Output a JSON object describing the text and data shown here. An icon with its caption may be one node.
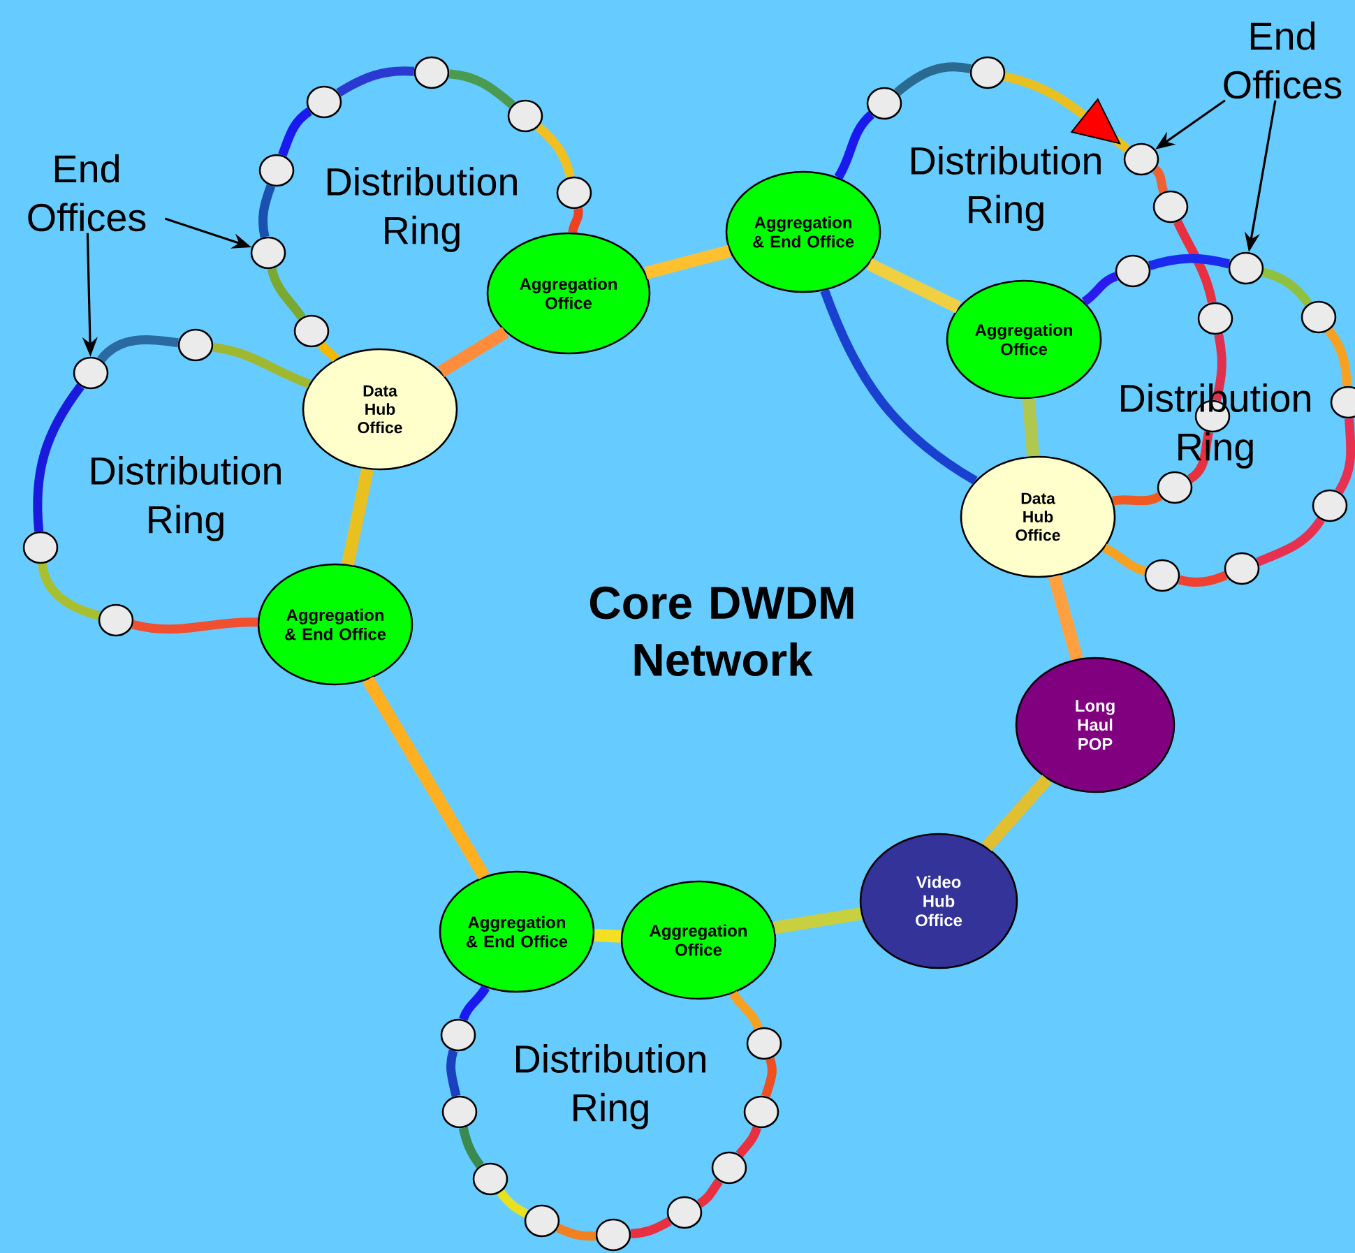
{
  "diagram": {
    "nodes": [
      {
        "text": [
          "Aggregation Office"
        ]
      },
      {
        "text": [
          "Aggregation & End Office"
        ]
      },
      {
        "text": [
          "Data Hub Office"
        ]
      },
      {
        "text": [
          "Aggregation & End Office"
        ]
      },
      {
        "text": [
          "Aggregation Office"
        ]
      },
      {
        "text": [
          "Data Hub Office"
        ]
      },
      {
        "text": [
          "Long Haul POP"
        ]
      },
      {
        "text": [
          "Video Hub Office"
        ]
      },
      {
        "text": [
          "Aggregation & End Office"
        ]
      },
      {
        "text": [
          "Aggregation Office"
        ]
      },
      {
        "text": [
          "End Offices"
        ]
      },
      {
        "text": [
          "End Offices"
        ]
      },
      {
        "text": [],
        "shape": "circle"
      },
      {
        "text": [],
        "shape": "circle"
      },
      {
        "text": [],
        "shape": "circle"
      },
      {
        "text": [],
        "shape": "circle"
      },
      {
        "text": [],
        "shape": "circle"
      },
      {
        "text": [],
        "shape": "circle"
      },
      {
        "text": [],
        "shape": "circle"
      },
      {
        "text": [],
        "shape": "circle"
      },
      {
        "text": [],
        "shape": "circle"
      },
      {
        "text": [],
        "shape": "circle"
      },
      {
        "text": [],
        "shape": "circle"
      },
      {
        "text": [],
        "shape": "circle"
      },
      {
        "text": [],
        "shape": "circle"
      },
      {
        "text": [],
        "shape": "circle"
      },
      {
        "text": [],
        "shape": "circle"
      },
      {
        "text": [],
        "shape": "circle"
      },
      {
        "text": [],
        "shape": "circle"
      },
      {
        "text": [],
        "shape": "circle"
      },
      {
        "text": [],
        "shape": "circle"
      },
      {
        "text": [],
        "shape": "circle"
      },
      {
        "text": [],
        "shape": "circle"
      },
      {
        "text": [],
        "shape": "circle"
      },
      {
        "text": [],
        "shape": "circle"
      },
      {
        "text": [],
        "shape": "circle"
      },
      {
        "text": [],
        "shape": "circle"
      },
      {
        "text": [],
        "shape": "circle"
      },
      {
        "text": [],
        "shape": "circle"
      },
      {
        "text": [],
        "shape": "circle"
      },
      {
        "text": [],
        "shape": "circle"
      },
      {
        "text": [],
        "shape": "circle"
      },
      {
        "text": [],
        "shape": "circle"
      },
      {
        "text": [],
        "shape": "circle"
      },
      {
        "text": [],
        "shape": "circle"
      },
      {
        "text": [],
        "shape": "circle"
      }
    ],
    "edges": [
      {
        "from": 0,
        "to": 1,
        "arrow": "none",
        "color": "#ffc030"
      },
      {
        "from": 2,
        "to": 0,
        "arrow": "none",
        "color": "#ff8c3a"
      },
      {
        "from": 2,
        "to": 3,
        "arrow": "none",
        "color": "#e8c020"
      },
      {
        "from": 3,
        "to": 8,
        "arrow": "none",
        "color": "#ffb020"
      },
      {
        "from": 8,
        "to": 9,
        "arrow": "none",
        "color": "#f4e020"
      },
      {
        "from": 9,
        "to": 7,
        "arrow": "none",
        "color": "#c8d040"
      },
      {
        "from": 7,
        "to": 6,
        "arrow": "none",
        "color": "#e0c030"
      },
      {
        "from": 6,
        "to": 5,
        "arrow": "none",
        "color": "#ffa040"
      },
      {
        "from": 1,
        "to": 4,
        "arrow": "none",
        "color": "#f0d040"
      },
      {
        "from": 4,
        "to": 5,
        "arrow": "none",
        "color": "#b0c850"
      },
      {
        "from": 2,
        "to": 12,
        "arrow": "none",
        "color": "#f5b800"
      },
      {
        "from": 12,
        "to": 13,
        "arrow": "none",
        "color": "#7aa830"
      },
      {
        "from": 13,
        "to": 14,
        "arrow": "none",
        "color": "#1a50b0"
      },
      {
        "from": 14,
        "to": 15,
        "arrow": "none",
        "color": "#1a1aee"
      },
      {
        "from": 15,
        "to": 16,
        "arrow": "none",
        "color": "#2a3ad0"
      },
      {
        "from": 16,
        "to": 17,
        "arrow": "none",
        "color": "#4a9a50"
      },
      {
        "from": 17,
        "to": 18,
        "arrow": "none",
        "color": "#f0c020"
      },
      {
        "from": 18,
        "to": 0,
        "arrow": "none",
        "color": "#ef4020"
      },
      {
        "from": 2,
        "to": 19,
        "arrow": "none",
        "color": "#a0b830"
      },
      {
        "from": 19,
        "to": 20,
        "arrow": "none",
        "color": "#2a6aa0"
      },
      {
        "from": 20,
        "to": 21,
        "arrow": "none",
        "color": "#1a1add"
      },
      {
        "from": 21,
        "to": 22,
        "arrow": "none",
        "color": "#a8c030"
      },
      {
        "from": 22,
        "to": 3,
        "arrow": "none",
        "color": "#f05030"
      },
      {
        "from": 8,
        "to": 23,
        "arrow": "none",
        "color": "#1a1aee"
      },
      {
        "from": 23,
        "to": 24,
        "arrow": "none",
        "color": "#1a40c0"
      },
      {
        "from": 24,
        "to": 25,
        "arrow": "none",
        "color": "#3a8a50"
      },
      {
        "from": 25,
        "to": 26,
        "arrow": "none",
        "color": "#e8e020"
      },
      {
        "from": 26,
        "to": 27,
        "arrow": "none",
        "color": "#f08020"
      },
      {
        "from": 27,
        "to": 28,
        "arrow": "none",
        "color": "#e83040"
      },
      {
        "from": 28,
        "to": 29,
        "arrow": "none",
        "color": "#e83040"
      },
      {
        "from": 29,
        "to": 30,
        "arrow": "none",
        "color": "#e83040"
      },
      {
        "from": 30,
        "to": 31,
        "arrow": "none",
        "color": "#f05020"
      },
      {
        "from": 31,
        "to": 9,
        "arrow": "none",
        "color": "#f8a020"
      },
      {
        "from": 1,
        "to": 32,
        "arrow": "none",
        "color": "#1a1aee"
      },
      {
        "from": 32,
        "to": 33,
        "arrow": "none",
        "color": "#2a6a90"
      },
      {
        "from": 33,
        "to": 34,
        "arrow": "to",
        "color": "#e8c020"
      },
      {
        "from": 34,
        "to": 35,
        "arrow": "none",
        "color": "#f06030"
      },
      {
        "from": 35,
        "to": 36,
        "arrow": "none",
        "color": "#e83040"
      },
      {
        "from": 36,
        "to": 37,
        "arrow": "none",
        "color": "#e03050"
      },
      {
        "from": 37,
        "to": 38,
        "arrow": "none",
        "color": "#e83040"
      },
      {
        "from": 38,
        "to": 5,
        "arrow": "none",
        "color": "#f05a20"
      },
      {
        "from": 5,
        "to": 1,
        "arrow": "none",
        "color": "#1a40d0"
      },
      {
        "from": 4,
        "to": 39,
        "arrow": "none",
        "color": "#2a1aee"
      },
      {
        "from": 39,
        "to": 40,
        "arrow": "none",
        "color": "#1a2aee"
      },
      {
        "from": 40,
        "to": 41,
        "arrow": "none",
        "color": "#90c040"
      },
      {
        "from": 41,
        "to": 42,
        "arrow": "none",
        "color": "#f8a020"
      },
      {
        "from": 42,
        "to": 43,
        "arrow": "none",
        "color": "#e83050"
      },
      {
        "from": 43,
        "to": 44,
        "arrow": "none",
        "color": "#e83050"
      },
      {
        "from": 44,
        "to": 45,
        "arrow": "none",
        "color": "#f04030"
      },
      {
        "from": 45,
        "to": 5,
        "arrow": "none",
        "color": "#f8a020"
      },
      {
        "from": 10,
        "to": 13,
        "arrow": "to",
        "color": "#000000"
      },
      {
        "from": 10,
        "to": 20,
        "arrow": "to",
        "color": "#000000"
      },
      {
        "from": 11,
        "to": 34,
        "arrow": "to",
        "color": "#000000"
      },
      {
        "from": 11,
        "to": 40,
        "arrow": "to",
        "color": "#000000"
      }
    ],
    "labels": [
      "Distribution Ring",
      "Distribution Ring",
      "Distribution Ring",
      "Distribution Ring",
      "Core DWDM Network",
      "Distribution Ring"
    ]
  }
}
